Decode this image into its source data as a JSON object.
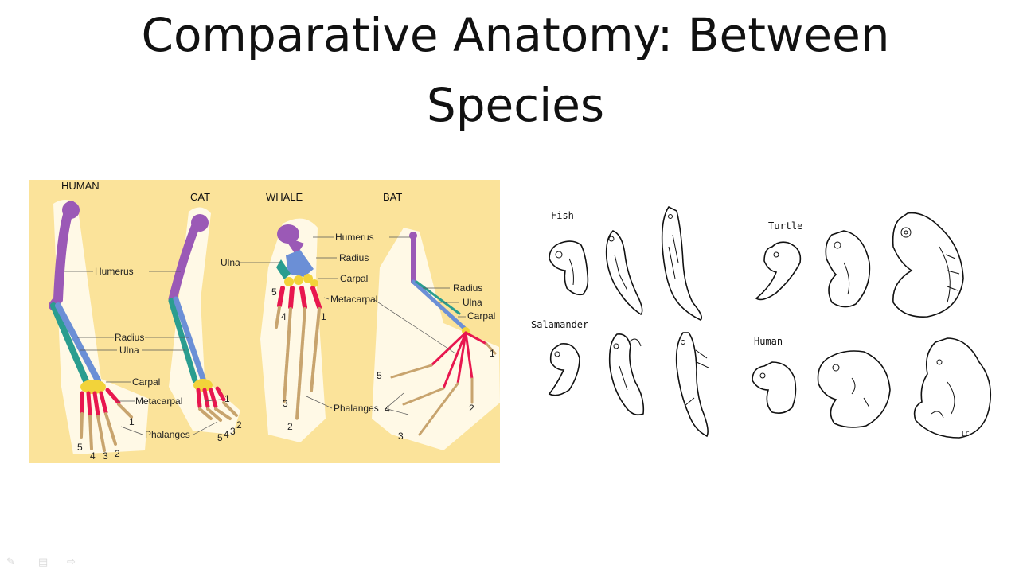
{
  "slide": {
    "title": "Comparative Anatomy: Between Species"
  },
  "limbs_figure": {
    "organisms": [
      "HUMAN",
      "CAT",
      "WHALE",
      "BAT"
    ],
    "bone_labels": {
      "humerus": "Humerus",
      "radius": "Radius",
      "ulna": "Ulna",
      "carpal": "Carpal",
      "metacarpal": "Metacarpal",
      "phalanges": "Phalanges"
    },
    "digit_numbers": {
      "human": [
        "5",
        "4",
        "3",
        "2",
        "1"
      ],
      "cat": [
        "1",
        "5",
        "4",
        "3",
        "2"
      ],
      "whale": [
        "5",
        "4",
        "1",
        "3",
        "2"
      ],
      "bat": [
        "5",
        "4",
        "3",
        "2",
        "1"
      ]
    },
    "colors": {
      "background": "#fbe39a",
      "humerus": "#9b59b6",
      "radius": "#6b8fd6",
      "ulna": "#2a9d8f",
      "carpal": "#f2d33a",
      "metacarpal": "#e8174f",
      "phalanges": "#c8a46e"
    }
  },
  "embryo_figure": {
    "species": [
      "Fish",
      "Turtle",
      "Salamander",
      "Human"
    ],
    "signature": "LC"
  },
  "toolbar": {
    "pen_icon": "pen-icon",
    "menu_icon": "menu-icon",
    "next_icon": "next-arrow-icon"
  }
}
